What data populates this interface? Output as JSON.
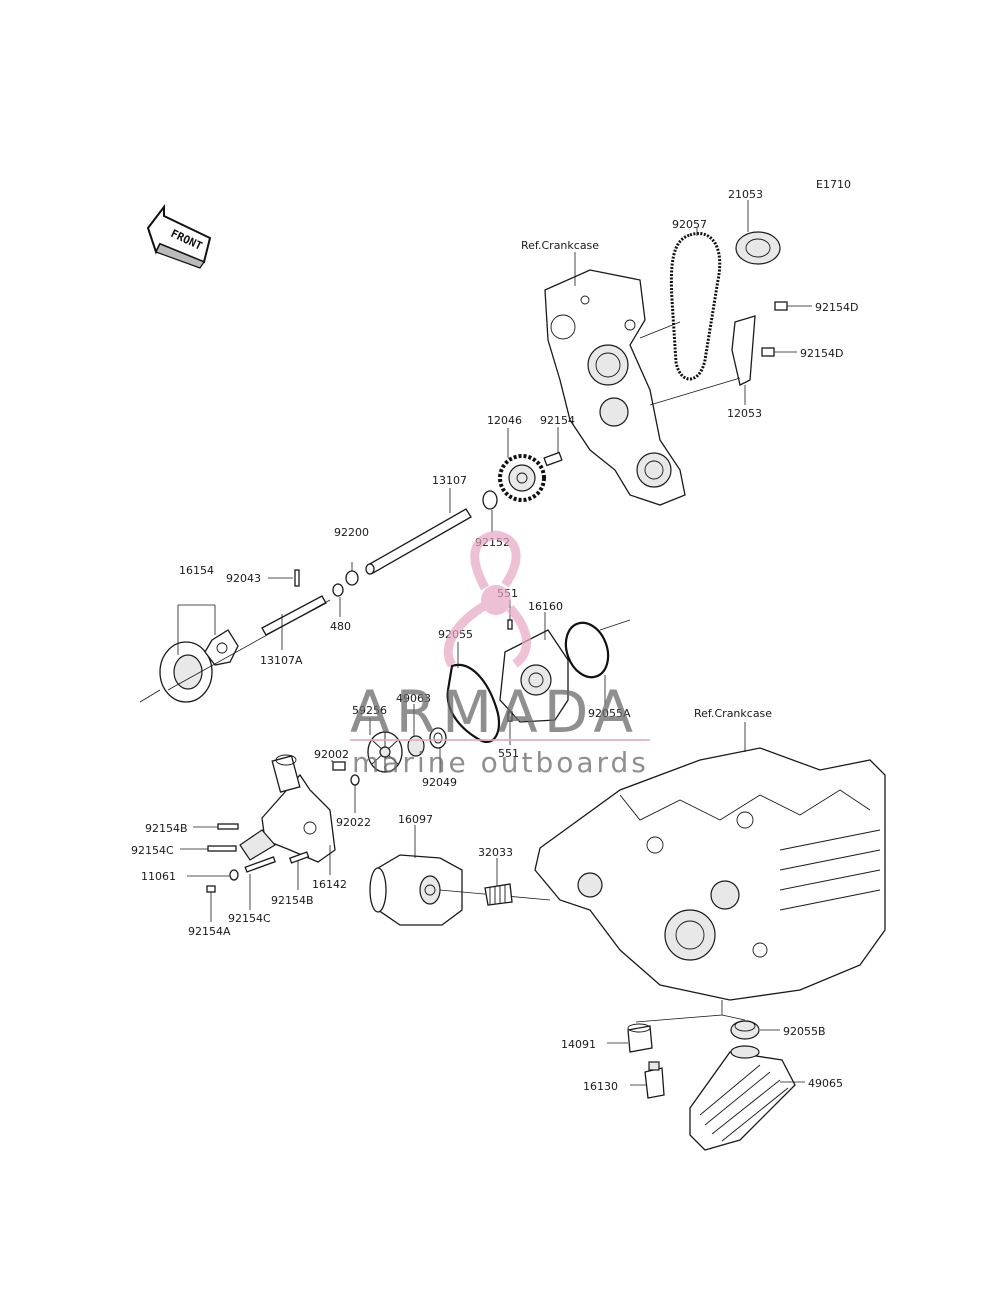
{
  "diagram": {
    "code": "E1710",
    "front_label": "FRONT",
    "refs": [
      "Ref.Crankcase",
      "Ref.Crankcase"
    ],
    "part_numbers": {
      "p21053": "21053",
      "p92057": "92057",
      "p92154D_a": "92154D",
      "p92154D_b": "92154D",
      "p12053": "12053",
      "p12046": "12046",
      "p92154": "92154",
      "p13107": "13107",
      "p92152": "92152",
      "p92200": "92200",
      "p16154": "16154",
      "p92043": "92043",
      "p480": "480",
      "p13107A": "13107A",
      "p551_a": "551",
      "p16160": "16160",
      "p92055": "92055",
      "p92055A": "92055A",
      "p49063": "49063",
      "p59256": "59256",
      "p92002": "92002",
      "p551_b": "551",
      "p92049": "92049",
      "p92022": "92022",
      "p92154B_a": "92154B",
      "p92154C_a": "92154C",
      "p16097": "16097",
      "p32033": "32033",
      "p11061": "11061",
      "p16142": "16142",
      "p92154B_b": "92154B",
      "p92154A": "92154A",
      "p92154C_b": "92154C",
      "p92055B": "92055B",
      "p14091": "14091",
      "p16130": "16130",
      "p49065": "49065"
    }
  },
  "watermark": {
    "brand": "ARMADA",
    "tagline": "marine outboards",
    "color": "#e7a6c4"
  }
}
